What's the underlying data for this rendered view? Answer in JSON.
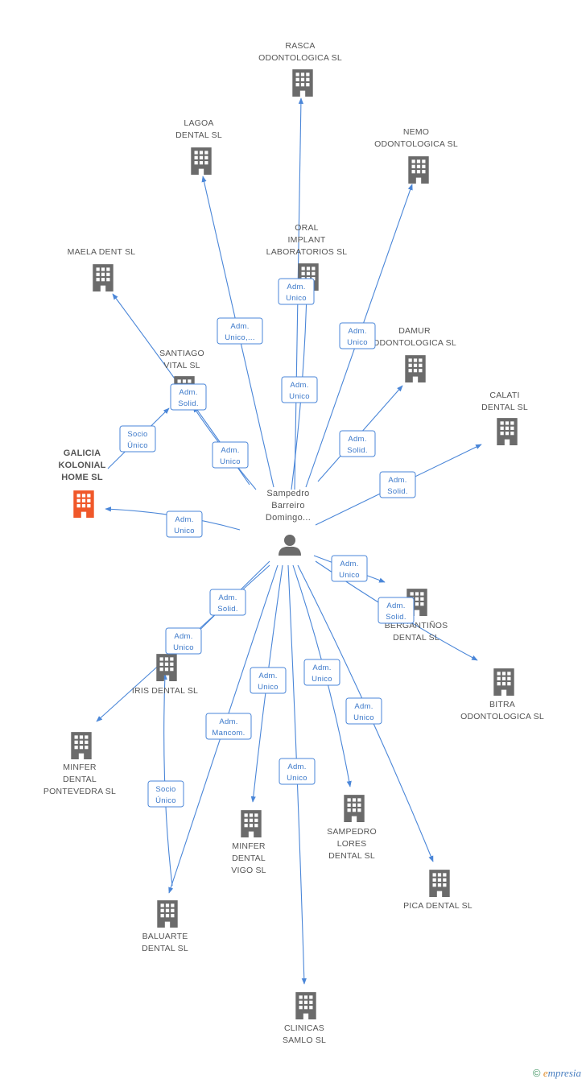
{
  "colors": {
    "edge": "#4a86d8",
    "building": "#6b6b6b",
    "building_highlight": "#f0582a",
    "person": "#6b6b6b"
  },
  "person": {
    "id": "p",
    "lines": [
      "Sampedro",
      "Barreiro",
      "Domingo..."
    ],
    "icon": "person-icon"
  },
  "companies": [
    {
      "id": "rasca",
      "lines": [
        "RASCA",
        "ODONTOLOGICA SL"
      ],
      "highlight": false
    },
    {
      "id": "lagoa",
      "lines": [
        "LAGOA",
        "DENTAL SL"
      ],
      "highlight": false
    },
    {
      "id": "nemo",
      "lines": [
        "NEMO",
        "ODONTOLOGICA SL"
      ],
      "highlight": false
    },
    {
      "id": "oral",
      "lines": [
        "ORAL",
        "IMPLANT",
        "LABORATORIOS SL"
      ],
      "highlight": false
    },
    {
      "id": "maela",
      "lines": [
        "MAELA DENT SL"
      ],
      "highlight": false
    },
    {
      "id": "damur",
      "lines": [
        "DAMUR",
        "ODONTOLOGICA SL"
      ],
      "highlight": false
    },
    {
      "id": "santiago",
      "lines": [
        "SANTIAGO",
        "VITAL SL"
      ],
      "highlight": false
    },
    {
      "id": "calati",
      "lines": [
        "CALATI",
        "DENTAL SL"
      ],
      "highlight": false
    },
    {
      "id": "galicia",
      "lines": [
        "GALICIA",
        "KOLONIAL",
        "HOME SL"
      ],
      "highlight": true
    },
    {
      "id": "berg",
      "lines": [
        "BERGANTIÑOS",
        "DENTAL SL"
      ],
      "highlight": false
    },
    {
      "id": "bitra",
      "lines": [
        "BITRA",
        "ODONTOLOGICA SL"
      ],
      "highlight": false
    },
    {
      "id": "iris",
      "lines": [
        "IRIS DENTAL SL"
      ],
      "highlight": false
    },
    {
      "id": "minferp",
      "lines": [
        "MINFER",
        "DENTAL",
        "PONTEVEDRA SL"
      ],
      "highlight": false
    },
    {
      "id": "minferv",
      "lines": [
        "MINFER",
        "DENTAL",
        "VIGO SL"
      ],
      "highlight": false
    },
    {
      "id": "sampedro",
      "lines": [
        "SAMPEDRO",
        "LORES",
        "DENTAL SL"
      ],
      "highlight": false
    },
    {
      "id": "pica",
      "lines": [
        "PICA DENTAL SL"
      ],
      "highlight": false
    },
    {
      "id": "baluarte",
      "lines": [
        "BALUARTE",
        "DENTAL SL"
      ],
      "highlight": false
    },
    {
      "id": "clinicas",
      "lines": [
        "CLINICAS",
        "SAMLO  SL"
      ],
      "highlight": false
    }
  ],
  "relations": [
    {
      "from": "p",
      "to": "rasca",
      "lines": [
        "Adm.",
        "Unico"
      ]
    },
    {
      "from": "p",
      "to": "lagoa",
      "lines": [
        "Adm.",
        "Unico,..."
      ]
    },
    {
      "from": "p",
      "to": "nemo",
      "lines": [
        "Adm.",
        "Unico"
      ]
    },
    {
      "from": "p",
      "to": "oral",
      "lines": [
        "Adm.",
        "Unico"
      ]
    },
    {
      "from": "p",
      "to": "maela",
      "lines": [
        "Adm.",
        "Unico"
      ]
    },
    {
      "from": "p",
      "to": "santiago",
      "lines": [
        "Adm.",
        "Solid."
      ]
    },
    {
      "from": "p",
      "to": "damur",
      "lines": [
        "Adm.",
        "Solid."
      ]
    },
    {
      "from": "p",
      "to": "calati",
      "lines": [
        "Adm.",
        "Solid."
      ]
    },
    {
      "from": "p",
      "to": "galicia",
      "lines": [
        "Adm.",
        "Unico"
      ]
    },
    {
      "from": "galicia",
      "to": "santiago",
      "lines": [
        "Socio",
        "Único"
      ]
    },
    {
      "from": "p",
      "to": "berg",
      "lines": [
        "Adm.",
        "Unico"
      ]
    },
    {
      "from": "p",
      "to": "bitra",
      "lines": [
        "Adm.",
        "Solid."
      ]
    },
    {
      "from": "p",
      "to": "iris",
      "lines": [
        "Adm.",
        "Solid."
      ]
    },
    {
      "from": "p",
      "to": "minferp",
      "lines": [
        "Adm.",
        "Unico"
      ]
    },
    {
      "from": "p",
      "to": "baluarte",
      "lines": [
        "Adm.",
        "Mancom."
      ]
    },
    {
      "from": "baluarte",
      "to": "iris",
      "lines": [
        "Socio",
        "Único"
      ]
    },
    {
      "from": "p",
      "to": "minferv",
      "lines": [
        "Adm.",
        "Unico"
      ]
    },
    {
      "from": "p",
      "to": "clinicas",
      "lines": [
        "Adm.",
        "Unico"
      ]
    },
    {
      "from": "p",
      "to": "sampedro",
      "lines": [
        "Adm.",
        "Unico"
      ]
    },
    {
      "from": "p",
      "to": "pica",
      "lines": [
        "Adm.",
        "Unico"
      ]
    }
  ],
  "footer": {
    "copyright": "©",
    "brand_initial": "e",
    "brand_rest": "mpresia"
  }
}
